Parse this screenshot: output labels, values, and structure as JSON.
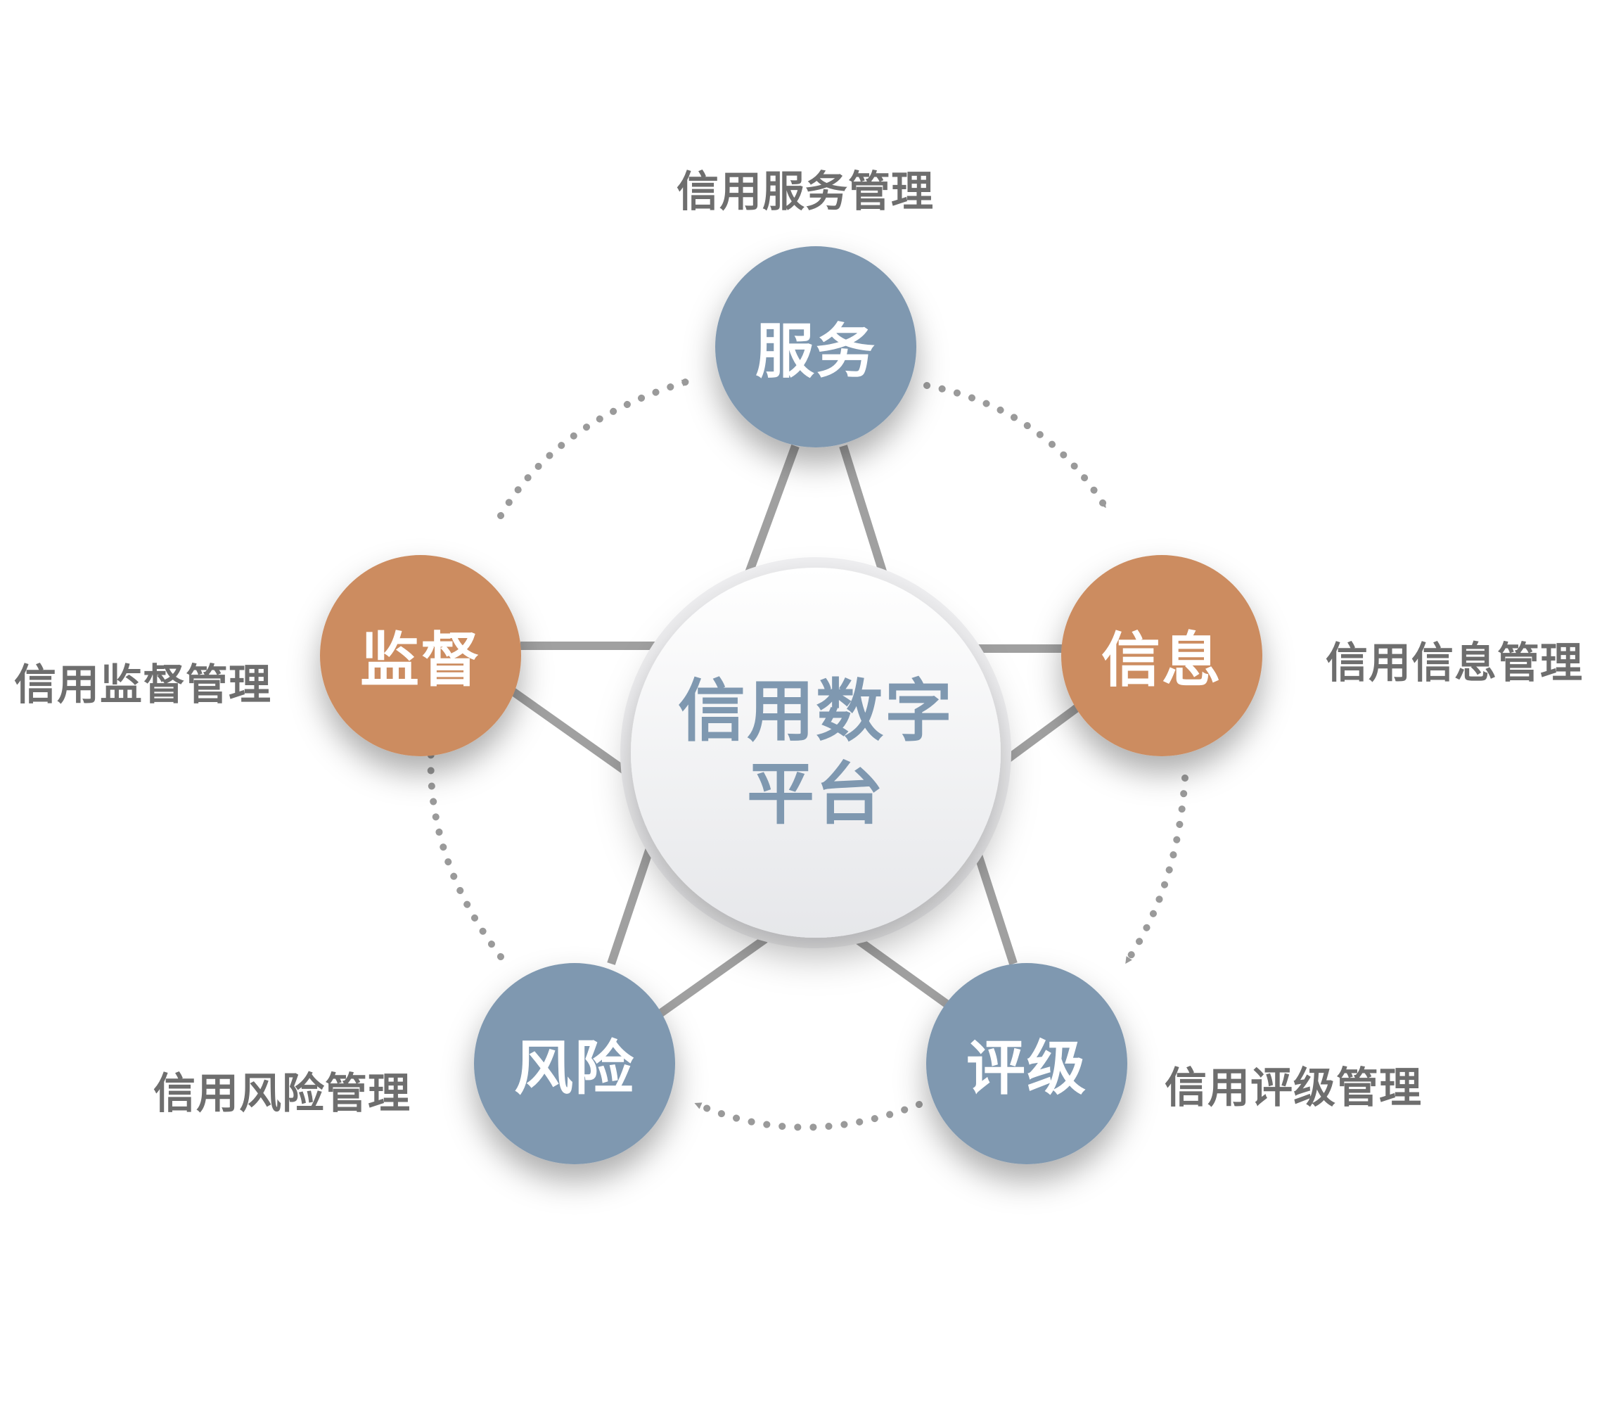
{
  "colors": {
    "blue_node": "#7f98b0",
    "orange_node": "#cc8c60",
    "connector": "#a0a0a0",
    "arrow": "#9a9a9a",
    "caption": "#6e6e6e",
    "center_text": "#7f98b0"
  },
  "center": {
    "line1": "信用数字",
    "line2": "平台"
  },
  "nodes": {
    "service": {
      "label": "服务",
      "caption": "信用服务管理",
      "color": "blue"
    },
    "info": {
      "label": "信息",
      "caption": "信用信息管理",
      "color": "orange"
    },
    "rating": {
      "label": "评级",
      "caption": "信用评级管理",
      "color": "blue"
    },
    "risk": {
      "label": "风险",
      "caption": "信用风险管理",
      "color": "blue"
    },
    "supervision": {
      "label": "监督",
      "caption": "信用监督管理",
      "color": "orange"
    }
  }
}
